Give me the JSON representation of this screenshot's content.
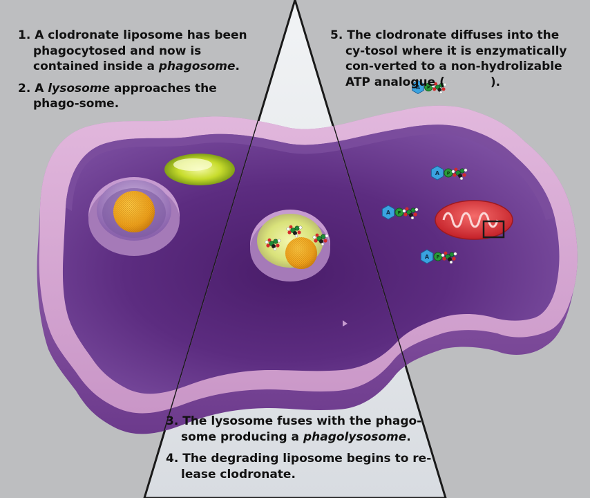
{
  "steps": [
    {
      "number": "1.",
      "text_before": "A clodronate liposome has been phagocytosed and now is contained inside a ",
      "emphasis": "phagosome",
      "text_after": "."
    },
    {
      "number": "2.",
      "text_before": "A ",
      "emphasis": "lysosome",
      "text_after": " approaches the phago-some."
    },
    {
      "number": "3.",
      "text_before": "The lysosome fuses with the phago-some producing a ",
      "emphasis": "phagolysosome",
      "text_after": "."
    },
    {
      "number": "4.",
      "text_before": "The degrading liposome begins to re-lease clodronate.",
      "emphasis": "",
      "text_after": ""
    },
    {
      "number": "5.",
      "text_before": "The clodronate diffuses into the cy-tosol where it is enzymatically con-verted to a non-hydrolizable ATP analogue (",
      "emphasis": "",
      "text_after": ")."
    }
  ],
  "atp_analogue_labels": {
    "adenosine": "A",
    "phosphate": "P"
  },
  "colors": {
    "background": "#bdbec0",
    "cell_membrane": "#d6a6d2",
    "cytosol": "#5a2a7c",
    "liposome": "#f0a71e",
    "lysosome": "#c4d92b",
    "mitochondrion": "#e0393e",
    "adenosine_hex": "#3aa3e0",
    "phosphate_dot": "#2a9a3a"
  }
}
